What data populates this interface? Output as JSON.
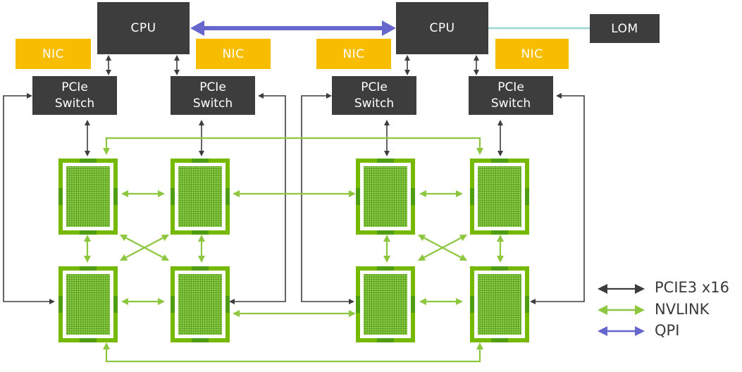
{
  "cpus": [
    {
      "label": "CPU"
    },
    {
      "label": "CPU"
    }
  ],
  "lom": {
    "label": "LOM"
  },
  "nics": [
    {
      "label": "NIC"
    },
    {
      "label": "NIC"
    },
    {
      "label": "NIC"
    },
    {
      "label": "NIC"
    }
  ],
  "switches": [
    {
      "line1": "PCIe",
      "line2": "Switch"
    },
    {
      "line1": "PCIe",
      "line2": "Switch"
    },
    {
      "line1": "PCIe",
      "line2": "Switch"
    },
    {
      "line1": "PCIe",
      "line2": "Switch"
    }
  ],
  "gpu_count": 8,
  "legend": [
    {
      "label": "PCIE3 x16",
      "color": "#3d3d3d"
    },
    {
      "label": "NVLINK",
      "color": "#8dc63f"
    },
    {
      "label": "QPI",
      "color": "#6666cc"
    }
  ],
  "colors": {
    "pcie": "#3d3d3d",
    "nvlink": "#8dc63f",
    "qpi": "#6666cc",
    "lom_link": "#a9d8d8",
    "gpu_frame": "#76b900"
  }
}
